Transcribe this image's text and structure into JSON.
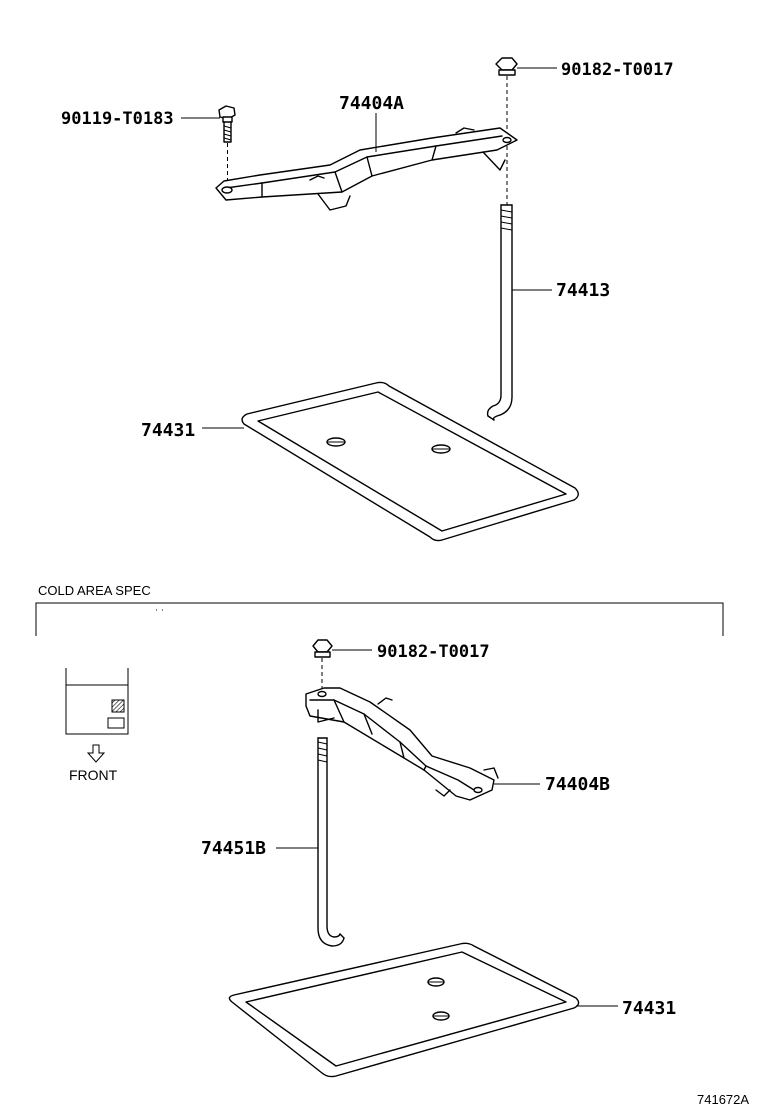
{
  "section_note": "COLD AREA SPEC",
  "front_label": "FRONT",
  "figure_ref": "741672A",
  "standard": {
    "nut_part": "90182-T0017",
    "bolt_part": "90119-T0183",
    "clamp_part": "74404A",
    "rod_part": "74413",
    "tray_part": "74431"
  },
  "cold_area": {
    "nut_part": "90182-T0017",
    "clamp_part": "74404B",
    "rod_part": "74451B",
    "tray_part": "74431"
  },
  "icons": {
    "front_arrow": "down-arrow-icon",
    "battery_location": "battery-location-icon"
  }
}
